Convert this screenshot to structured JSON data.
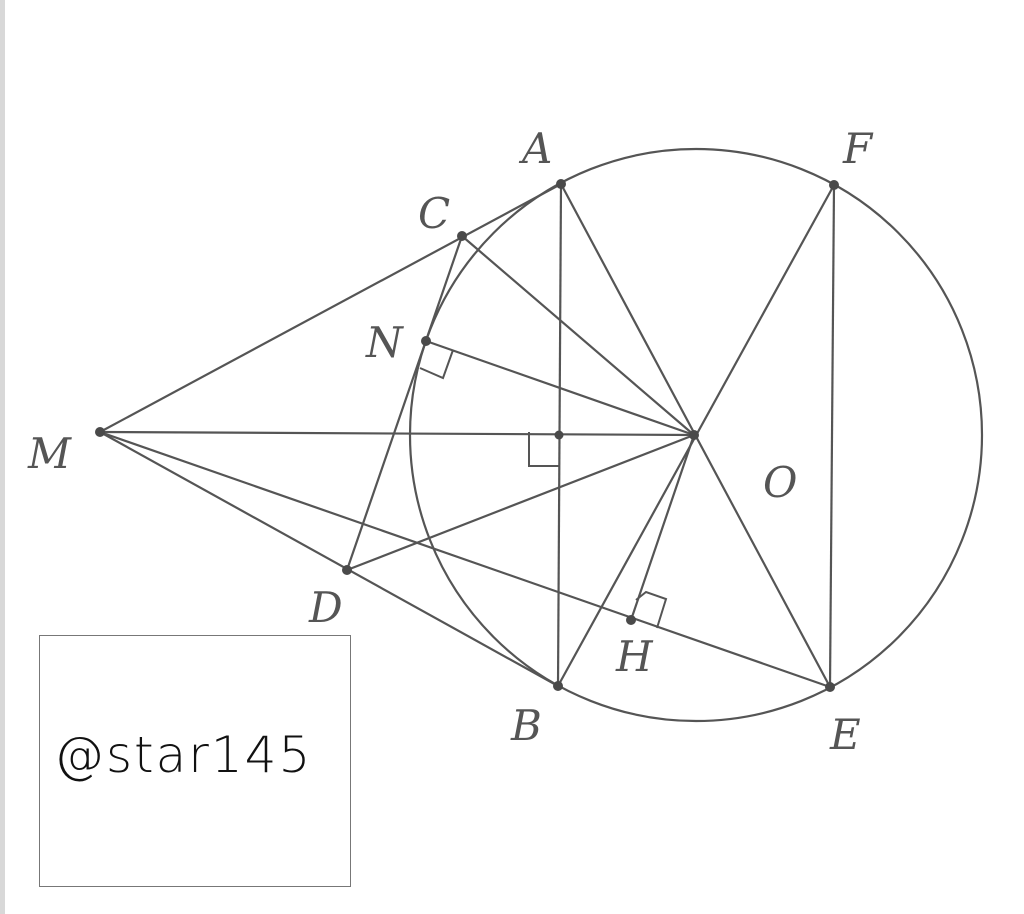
{
  "diagram": {
    "points": {
      "A": "A",
      "B": "B",
      "C": "C",
      "D": "D",
      "E": "E",
      "F": "F",
      "H": "H",
      "M": "M",
      "N": "N",
      "O": "O"
    }
  },
  "watermark": {
    "text": "@star145"
  }
}
